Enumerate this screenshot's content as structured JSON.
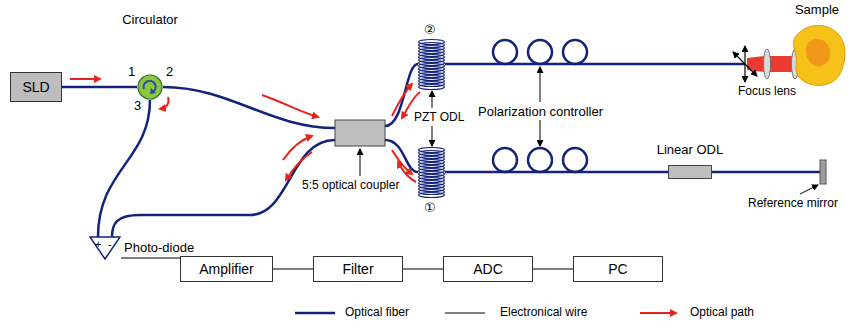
{
  "diagram": {
    "nodes": [
      {
        "text": [
          "SLD"
        ]
      },
      {
        "text": [
          "Circulator"
        ]
      },
      {
        "text": [
          "Photo-diode"
        ]
      },
      {
        "text": [
          "Amplifier"
        ]
      },
      {
        "text": [
          "Filter"
        ]
      },
      {
        "text": [
          "ADC"
        ]
      },
      {
        "text": [
          "PC"
        ]
      },
      {
        "text": [
          "Linear ODL"
        ]
      },
      {
        "text": [
          "Sample"
        ]
      }
    ],
    "edges": [
      {
        "from": 0,
        "to": 1,
        "arrow": "none"
      },
      {
        "from": 2,
        "to": 3,
        "arrow": "none"
      },
      {
        "from": 3,
        "to": 4,
        "arrow": "none"
      },
      {
        "from": 4,
        "to": 5,
        "arrow": "none"
      },
      {
        "from": 5,
        "to": 6,
        "arrow": "none"
      }
    ],
    "labels": [
      "1",
      "2",
      "3",
      "5:5 optical coupler",
      "②",
      "PZT ODL",
      "①",
      "Polarization controller",
      "Focus lens",
      "Reference mirror",
      "+",
      "-"
    ],
    "legend": [
      {
        "text": "Optical fiber"
      },
      {
        "text": "Electronical wire"
      },
      {
        "text": "Optical path"
      }
    ]
  }
}
